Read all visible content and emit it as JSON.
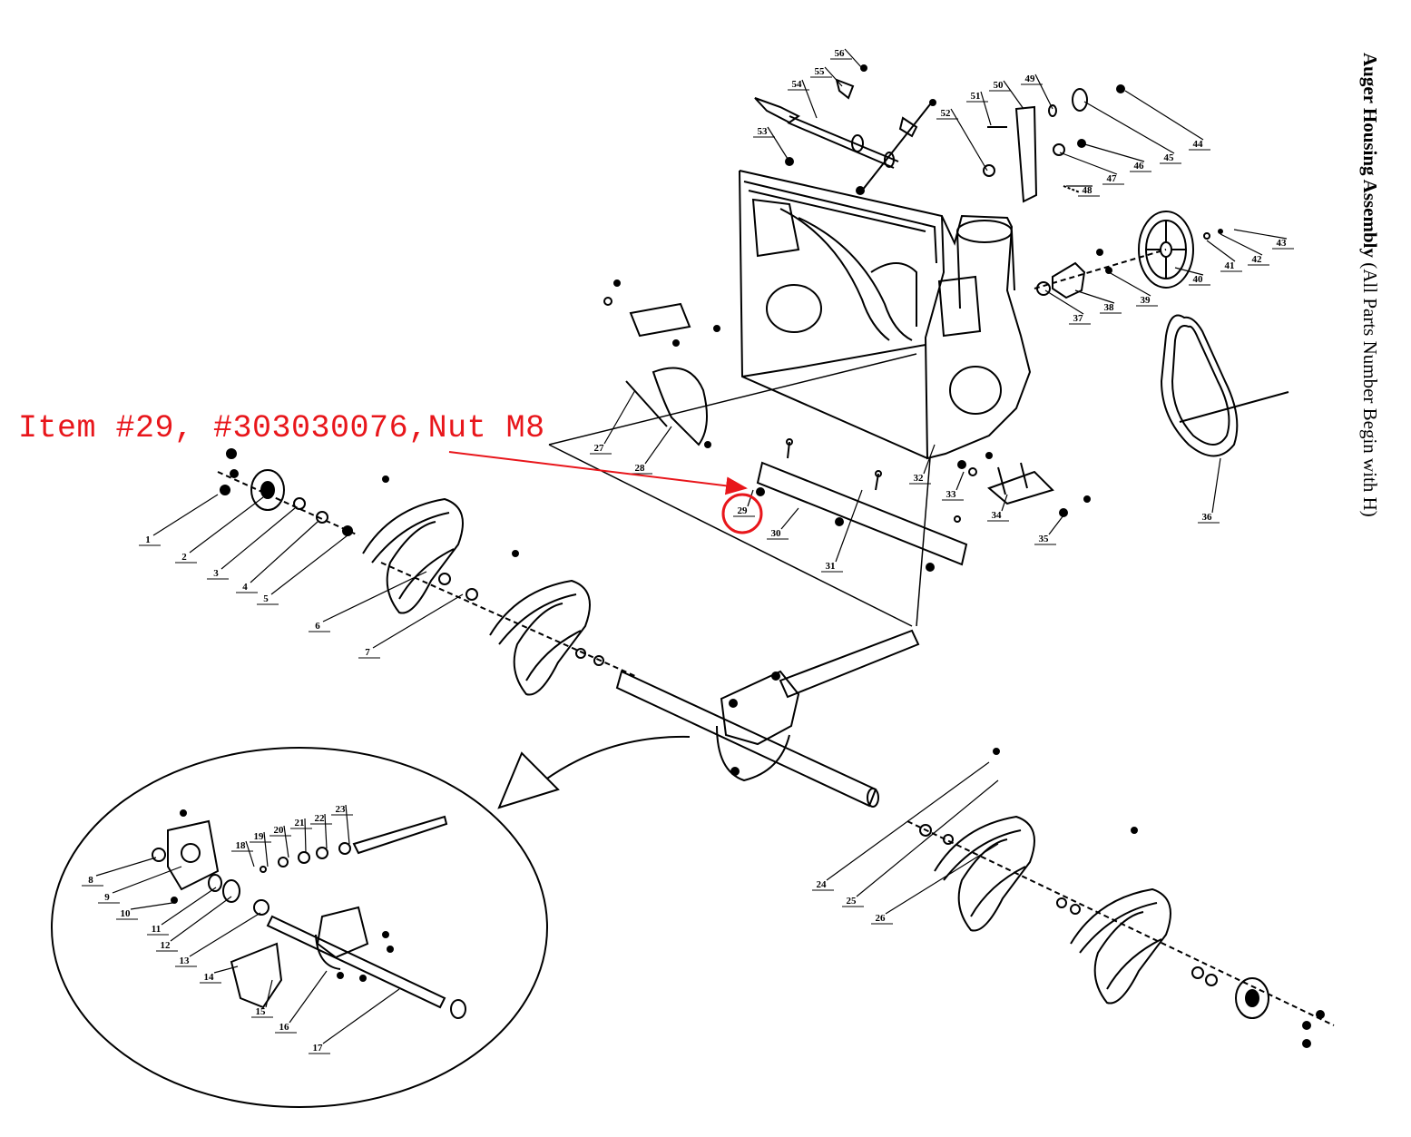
{
  "title": {
    "bold": "Auger Housing Assembly",
    "normal": " (All Parts Number Begin with H)"
  },
  "callout": {
    "text": "Item #29,  #303030076,Nut M8",
    "color": "#e8161b"
  },
  "parts": [
    "1",
    "2",
    "3",
    "4",
    "5",
    "6",
    "7",
    "8",
    "9",
    "10",
    "11",
    "12",
    "13",
    "14",
    "15",
    "16",
    "17",
    "18",
    "19",
    "20",
    "21",
    "22",
    "23",
    "24",
    "25",
    "26",
    "27",
    "28",
    "29",
    "30",
    "31",
    "32",
    "33",
    "34",
    "35",
    "36",
    "37",
    "38",
    "39",
    "40",
    "41",
    "42",
    "43",
    "44",
    "45",
    "46",
    "47",
    "48",
    "49",
    "50",
    "51",
    "52",
    "53",
    "54",
    "55",
    "56"
  ]
}
